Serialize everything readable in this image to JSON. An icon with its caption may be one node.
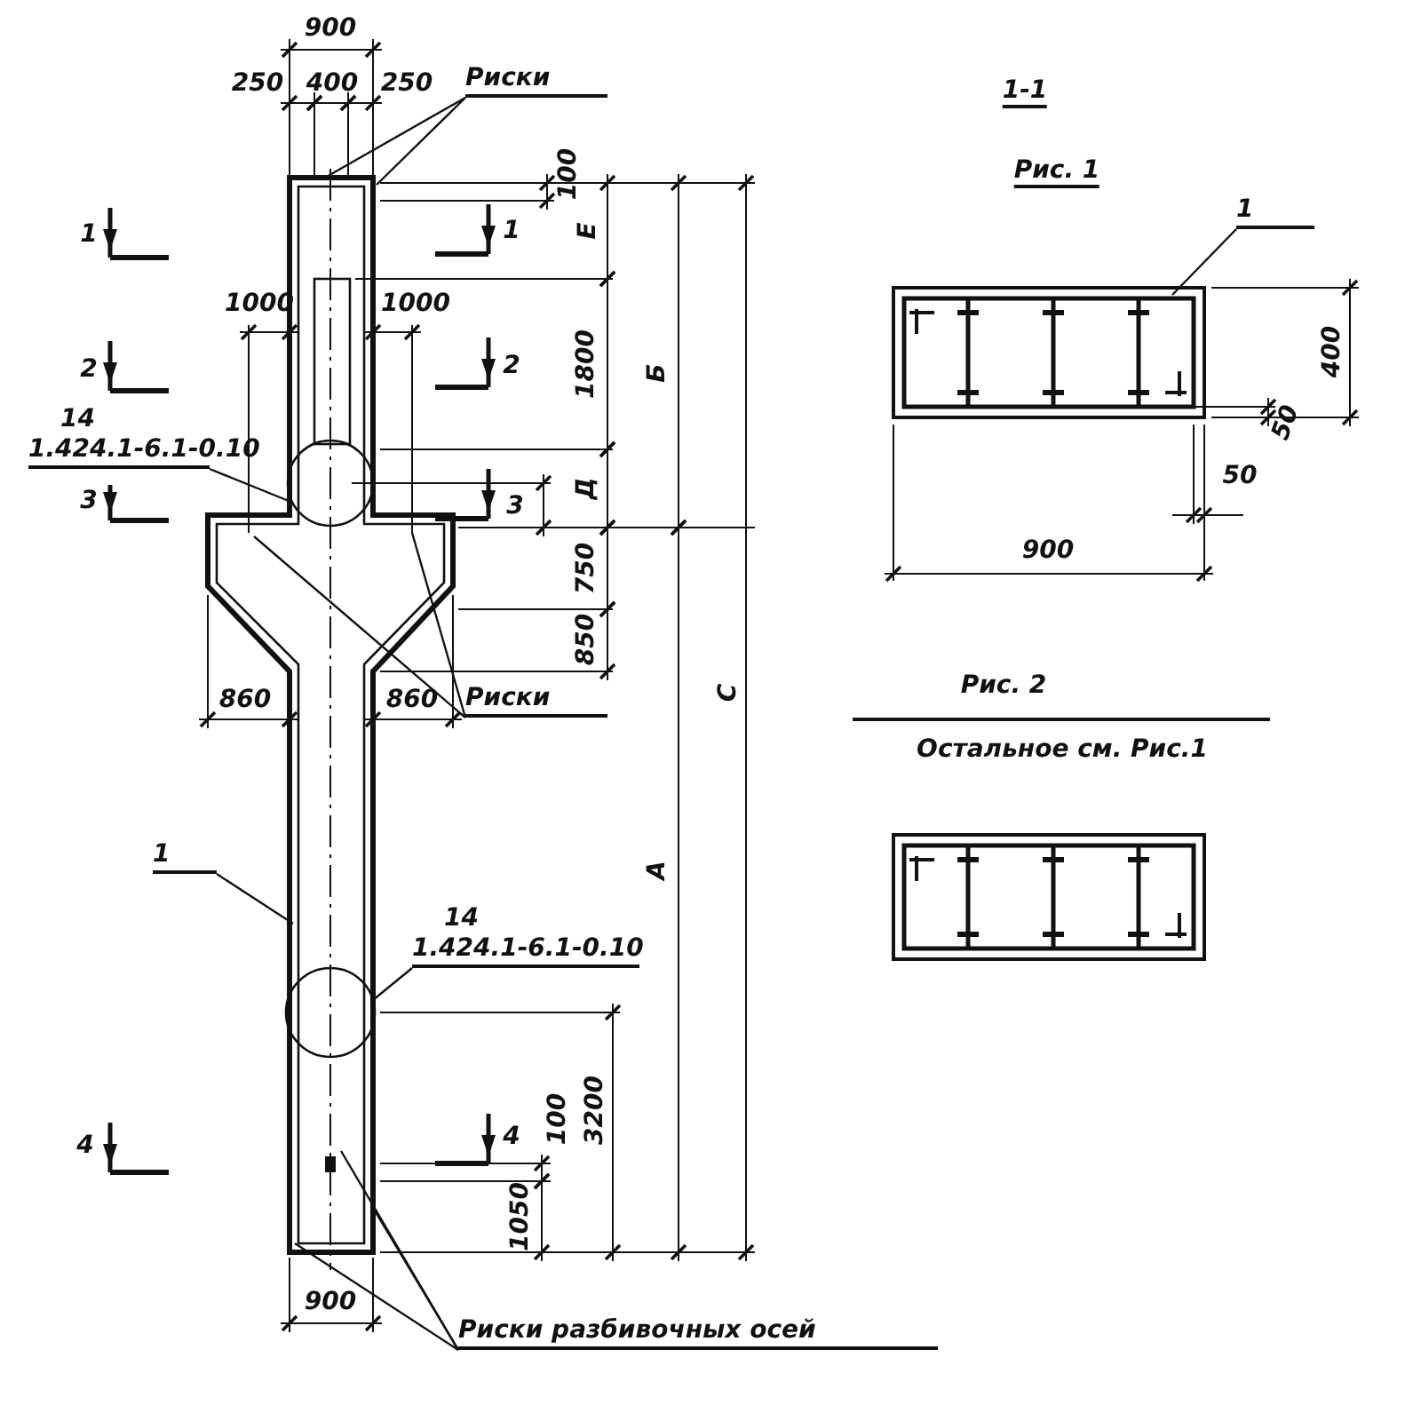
{
  "diagram": {
    "nodes": [
      {
        "text": [
          "Риски"
        ]
      },
      {
        "text": [
          "14",
          "1.424.1-6.1-0.10"
        ]
      },
      {
        "text": [
          "Риски"
        ]
      },
      {
        "text": [
          "1"
        ]
      },
      {
        "text": [
          "14",
          "1.424.1-6.1-0.10"
        ]
      },
      {
        "text": [
          "Риски разбивочных осей"
        ]
      },
      {
        "text": [
          "1"
        ]
      }
    ],
    "edges": [
      {
        "from": 0,
        "to": null,
        "arrow": "none"
      },
      {
        "from": 0,
        "to": null,
        "arrow": "none"
      },
      {
        "from": 1,
        "to": null,
        "arrow": "none"
      },
      {
        "from": 2,
        "to": null,
        "arrow": "none"
      },
      {
        "from": 2,
        "to": null,
        "arrow": "none"
      },
      {
        "from": 3,
        "to": null,
        "arrow": "none"
      },
      {
        "from": 4,
        "to": null,
        "arrow": "none"
      },
      {
        "from": 5,
        "to": null,
        "arrow": "none"
      },
      {
        "from": 5,
        "to": null,
        "arrow": "none"
      },
      {
        "from": 5,
        "to": null,
        "arrow": "none"
      },
      {
        "from": 6,
        "to": null,
        "arrow": "none"
      }
    ],
    "labels": [
      "900",
      "250",
      "400",
      "250",
      "1-1",
      "Рис. 1",
      "100",
      "1",
      "1",
      "Е",
      "Б",
      "С",
      "1000",
      "1000",
      "1800",
      "2",
      "2",
      "400",
      "Д",
      "3",
      "3",
      "50",
      "50",
      "750",
      "900",
      "850",
      "860",
      "860",
      "Рис. 2",
      "Остальное см. Рис.1",
      "А",
      "100",
      "3200",
      "4",
      "4",
      "1050",
      "900"
    ]
  }
}
